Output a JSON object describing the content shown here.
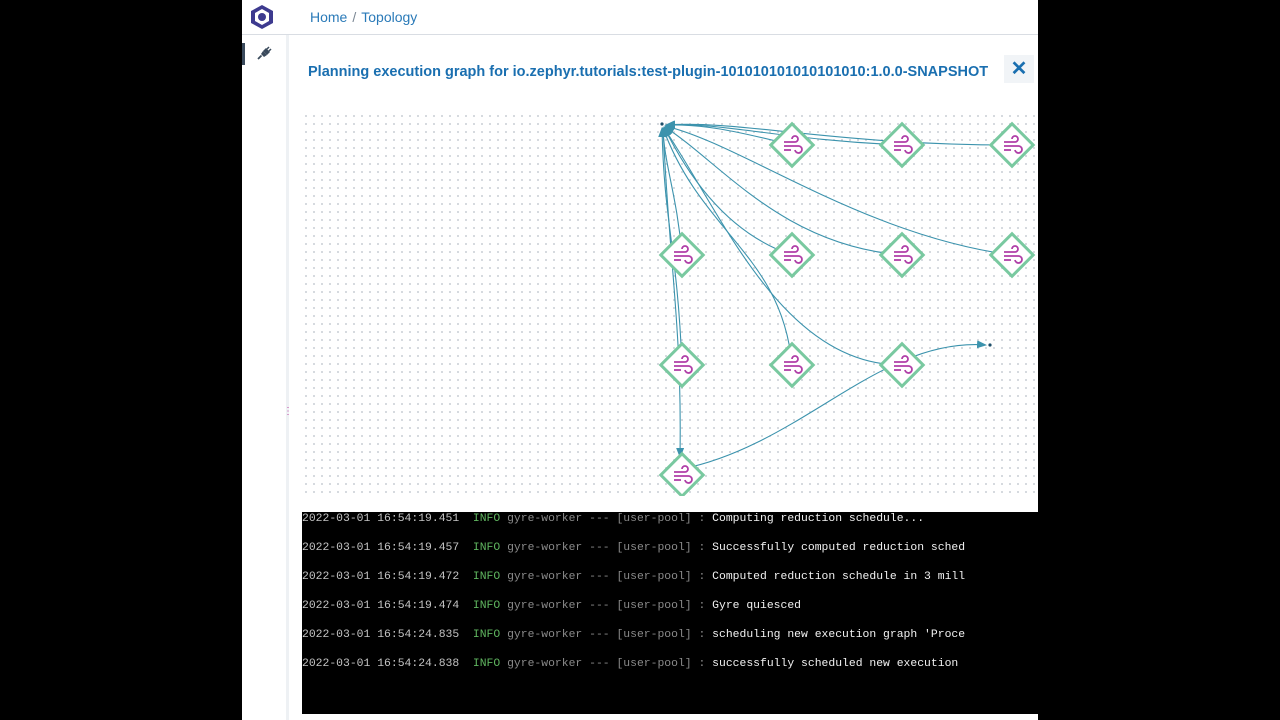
{
  "breadcrumb": {
    "home": "Home",
    "separator": "/",
    "current": "Topology"
  },
  "panel": {
    "title": "Planning execution graph for io.zephyr.tutorials:test-plugin-101010101010101010:1.0.0-SNAPSHOT",
    "close_label": "✕"
  },
  "graph": {
    "node_icon": "wind-icon",
    "node_count": 11,
    "colors": {
      "node_border": "#79c9a0",
      "node_icon": "#b03fa8",
      "edge": "#3c93ad"
    }
  },
  "logs": [
    {
      "ts": "2022-03-01 16:54:19.451",
      "level": "INFO",
      "source": "gyre-worker --- [user-pool] :",
      "message": "Computing reduction schedule..."
    },
    {
      "ts": "2022-03-01 16:54:19.457",
      "level": "INFO",
      "source": "gyre-worker --- [user-pool] :",
      "message": "Successfully computed reduction sched"
    },
    {
      "ts": "2022-03-01 16:54:19.472",
      "level": "INFO",
      "source": "gyre-worker --- [user-pool] :",
      "message": "Computed reduction schedule in 3 mill"
    },
    {
      "ts": "2022-03-01 16:54:19.474",
      "level": "INFO",
      "source": "gyre-worker --- [user-pool] :",
      "message": "Gyre quiesced"
    },
    {
      "ts": "2022-03-01 16:54:24.835",
      "level": "INFO",
      "source": "gyre-worker --- [user-pool] :",
      "message": "scheduling new execution graph 'Proce"
    },
    {
      "ts": "2022-03-01 16:54:24.838",
      "level": "INFO",
      "source": "gyre-worker --- [user-pool] :",
      "message": "successfully scheduled new execution "
    }
  ]
}
